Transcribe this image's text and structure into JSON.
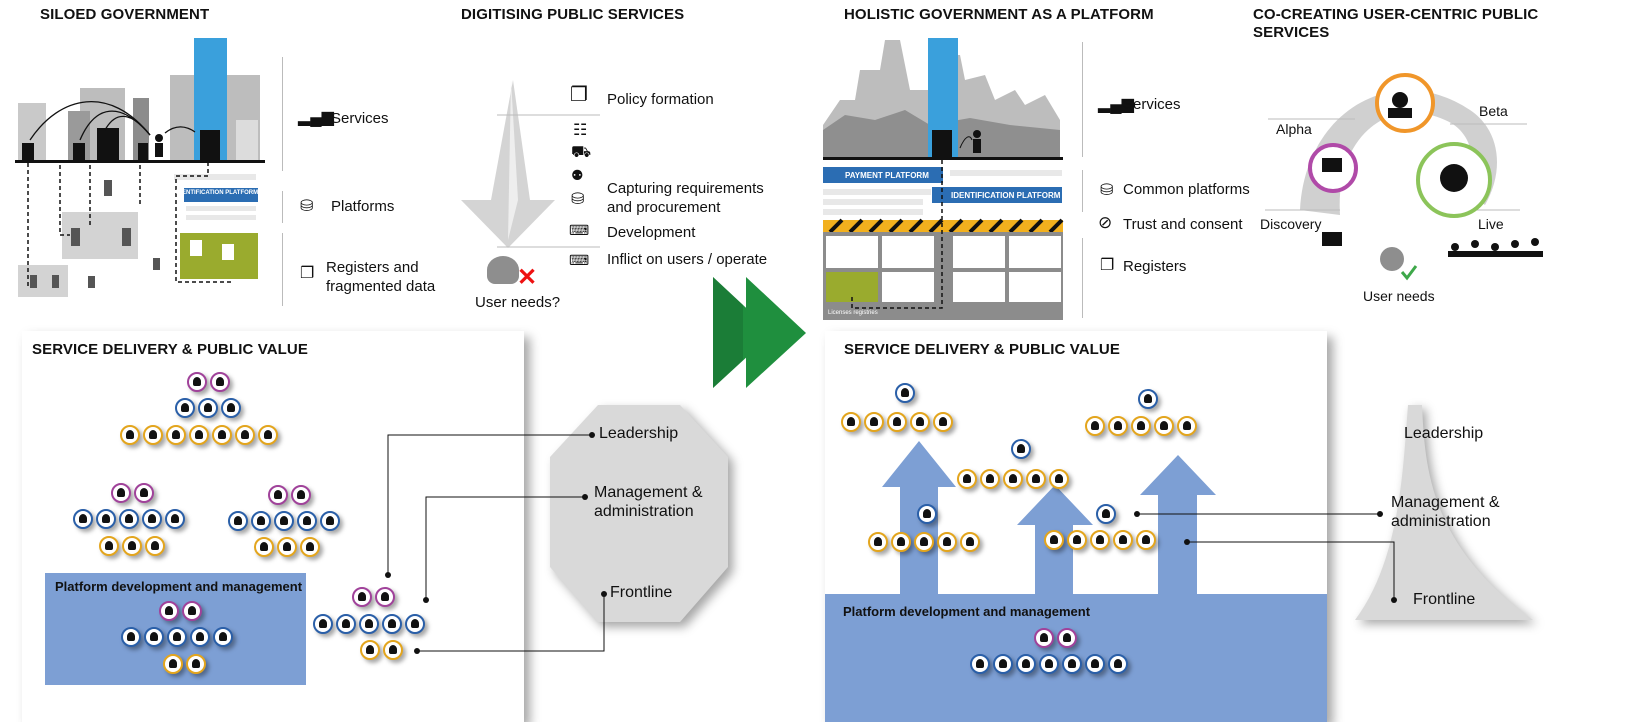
{
  "titles": {
    "siloed": "SILOED GOVERNMENT",
    "digitising": "DIGITISING PUBLIC SERVICES",
    "holistic": "HOLISTIC GOVERNMENT AS A PLATFORM",
    "cocreating": "CO-CREATING USER-CENTRIC PUBLIC SERVICES",
    "service_left": "SERVICE DELIVERY & PUBLIC VALUE",
    "service_right": "SERVICE DELIVERY & PUBLIC VALUE"
  },
  "siloed": {
    "services": "Services",
    "platforms": "Platforms",
    "registers": "Registers and fragmented data",
    "id_platform": "IDENTIFICATION PLATFORM"
  },
  "digitising": {
    "steps": [
      "Policy formation",
      "Capturing requirements and procurement",
      "Development",
      "Inflict on users / operate"
    ],
    "user_needs": "User needs?"
  },
  "holistic": {
    "services": "Services",
    "common_platforms": "Common platforms",
    "trust": "Trust and consent",
    "registers": "Registers",
    "payment_platform": "PAYMENT PLATFORM",
    "id_platform": "IDENTIFICATION PLATFORM",
    "licenses": "Licenses registries"
  },
  "cocreating": {
    "alpha": "Alpha",
    "beta": "Beta",
    "discovery": "Discovery",
    "live": "Live",
    "user_needs": "User needs"
  },
  "service_left": {
    "leadership": "Leadership",
    "management": "Management & administration",
    "frontline": "Frontline",
    "platform": "Platform development and management"
  },
  "service_right": {
    "leadership": "Leadership",
    "management": "Management & administration",
    "frontline": "Frontline",
    "platform": "Platform development and management"
  },
  "colors": {
    "accent_blue": "#3aa0dc",
    "platform_blue": "#7d9fd4",
    "arrow_green": "#1f8f3e",
    "purple": "#a0429a",
    "navy": "#2a5fa8",
    "yellow": "#e3a51d",
    "olive": "#9aab2e"
  }
}
